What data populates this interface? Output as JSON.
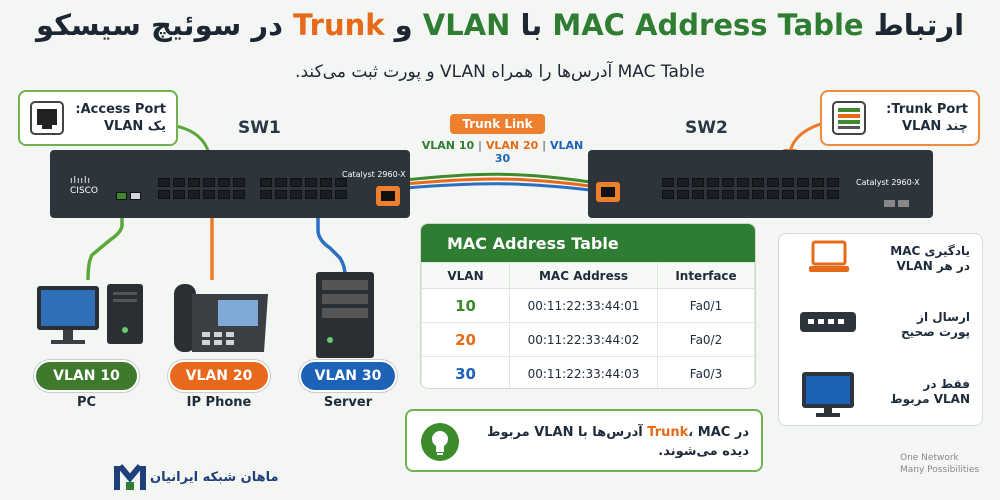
{
  "title": {
    "part1": "ارتباط ",
    "mac": "MAC Address Table",
    "part2": " با ",
    "vlan": "VLAN",
    "part3": " و ",
    "trunk": "Trunk",
    "part4": " در سوئیچ سیسکو"
  },
  "subtitle": "MAC Table آدرس‌ها را همراه VLAN و پورت ثبت می‌کند.",
  "access_callout": {
    "line1": "Access Port:",
    "line2": "یک VLAN"
  },
  "trunk_callout": {
    "line1": "Trunk Port:",
    "line2": "چند VLAN"
  },
  "sw1": {
    "label": "SW1",
    "model": "Catalyst 2960-X",
    "brand": "CISCO"
  },
  "sw2": {
    "label": "SW2",
    "model": "Catalyst 2960-X"
  },
  "trunk_link": {
    "label": "Trunk Link",
    "vlan10": "VLAN 10",
    "vlan20": "VLAN 20",
    "vlan30": "VLAN 30",
    "sep": "|"
  },
  "devices": [
    {
      "vlan": "VLAN 10",
      "name": "PC",
      "color": "#3d7a2c"
    },
    {
      "vlan": "VLAN 20",
      "name": "IP Phone",
      "color": "#e8691b"
    },
    {
      "vlan": "VLAN 30",
      "name": "Server",
      "color": "#1c63b7"
    }
  ],
  "mac_table": {
    "title": "MAC Address Table",
    "columns": [
      "VLAN",
      "MAC Address",
      "Interface"
    ],
    "rows": [
      {
        "vlan": "10",
        "mac": "00:11:22:33:44:01",
        "iface": "Fa0/1",
        "color": "#3d8b2c"
      },
      {
        "vlan": "20",
        "mac": "00:11:22:33:44:02",
        "iface": "Fa0/2",
        "color": "#e66a18"
      },
      {
        "vlan": "30",
        "mac": "00:11:22:33:44:03",
        "iface": "Fa0/3",
        "color": "#1c63b7"
      }
    ]
  },
  "flow": {
    "step1": {
      "l1": "یادگیری MAC",
      "l2": "در هر VLAN"
    },
    "step2": {
      "l1": "ارسال از",
      "l2": "پورت صحیح"
    },
    "step3": {
      "l1": "فقط در",
      "l2": "VLAN مربوط"
    }
  },
  "note": {
    "pre": "در ",
    "trunk": "Trunk",
    "post": "، MAC آدرس‌ها با VLAN مربوط",
    "line2": "دیده می‌شوند."
  },
  "slogan": {
    "l1": "One Network",
    "l2": "Many Possibilities"
  },
  "logo_text": "ماهان شبکه ایرانیان",
  "colors": {
    "green": "#2e7d32",
    "orange": "#e66a18",
    "blue": "#1c63b7",
    "switch": "#2d343b"
  }
}
